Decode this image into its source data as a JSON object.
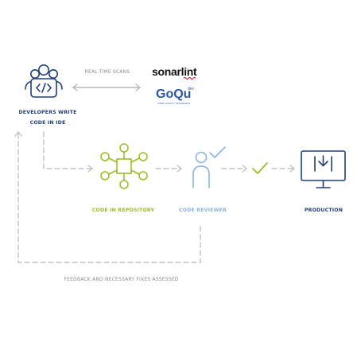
{
  "nodes": {
    "developers": {
      "line1": "DEVELOPERS WRITE",
      "line2": "CODE IN IDE",
      "icon": "developers-team-icon"
    },
    "repository": {
      "label": "CODE IN REPOSITORY",
      "icon": "repository-hub-icon"
    },
    "reviewer": {
      "label": "CODE REVIEWER",
      "icon": "reviewer-check-icon"
    },
    "production": {
      "label": "PRODUCTION",
      "icon": "monitor-download-icon"
    }
  },
  "scans": {
    "label": "REAL-TIME SCANS"
  },
  "tools": {
    "sonarlint": "sonarlint",
    "goqu": {
      "name": "GoQu",
      "suffix": "dev",
      "tagline": "CODE QUALITY ASSURANCE"
    }
  },
  "feedback": {
    "label": "FEEDBACK AND NECESSARY FIXES ASSESSED"
  },
  "colors": {
    "navy": "#1e3f7a",
    "green": "#9bbd28",
    "light_blue": "#8bb3e0",
    "gray": "#8a8a8a",
    "arrow_gray": "#b9b9b9",
    "sonar_red": "#cb2029",
    "goqu_blue": "#2a57a8"
  }
}
